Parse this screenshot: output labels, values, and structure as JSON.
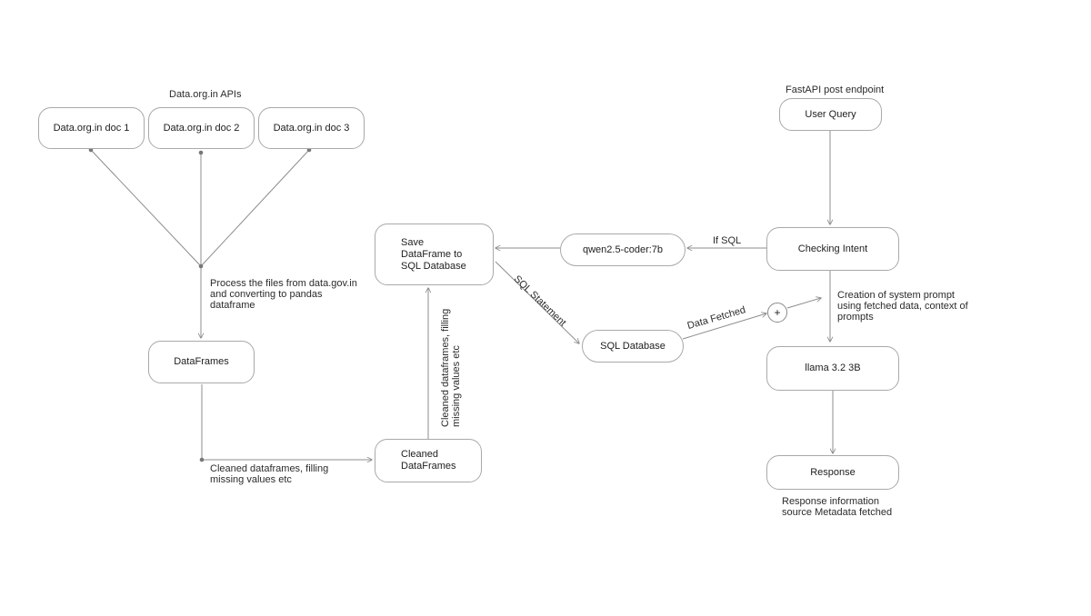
{
  "group_title": "Data.org.in APIs",
  "api_group_note": "FastAPI post endpoint",
  "nodes": {
    "doc1": "Data.org.in doc 1",
    "doc2": "Data.org.in doc 2",
    "doc3": "Data.org.in doc 3",
    "dataframes": "DataFrames",
    "cleaned": "Cleaned\nDataFrames",
    "save_sql": "Save\nDataFrame to\nSQL Database",
    "qwen": "qwen2.5-coder:7b",
    "sql_db": "SQL Database",
    "user_query": "User Query",
    "checking_intent": "Checking Intent",
    "llama": "llama 3.2 3B",
    "response": "Response"
  },
  "edge_labels": {
    "process_files": "Process the files from data.gov.in\nand converting to pandas\ndataframe",
    "cleaned_horizontal": "Cleaned dataframes, filling\nmissing values etc",
    "cleaned_vertical": "Cleaned dataframes, filling\nmissing values etc",
    "sql_statement": "SQL Statement",
    "if_sql": "If SQL",
    "data_fetched": "Data Fetched",
    "system_prompt": "Creation of system prompt\nusing fetched data, context of\nprompts",
    "response_info": "Response information\nsource Metadata fetched"
  },
  "merge_symbol": "+",
  "colors": {
    "line": "#8c8c8c",
    "border": "#a9a9a9",
    "text": "#1d1d1d",
    "background": "#ffffff"
  }
}
